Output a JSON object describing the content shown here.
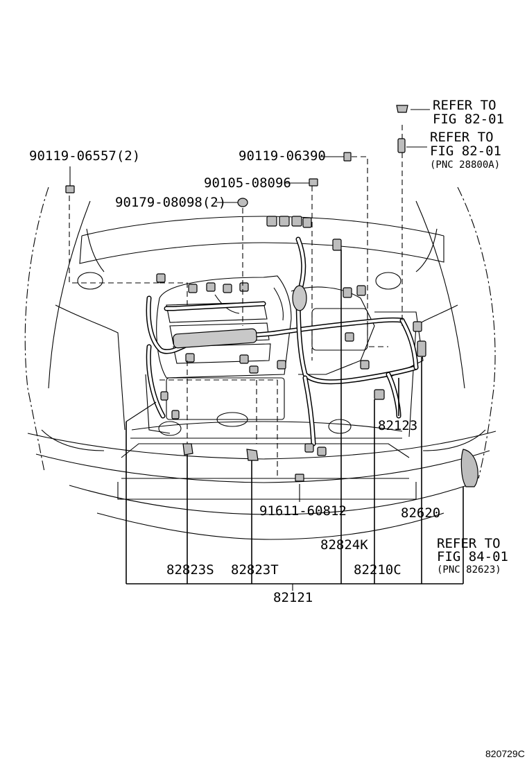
{
  "callouts": {
    "refer_82_01_a": {
      "line1": "REFER TO",
      "line2": "FIG 82-01"
    },
    "refer_82_01_b": {
      "line1": "REFER TO",
      "line2": "FIG 82-01",
      "pnc": "(PNC 28800A)"
    },
    "refer_84_01": {
      "line1": "REFER TO",
      "line2": "FIG 84-01",
      "pnc": "(PNC 82623)"
    }
  },
  "parts": {
    "p90119_06557": "90119-06557(2)",
    "p90119_06390": "90119-06390",
    "p90105_08096": "90105-08096",
    "p90179_08098": "90179-08098(2)",
    "p91611_60812": "91611-60812",
    "p82123": "82123",
    "p82620": "82620",
    "p82824K": "82824K",
    "p82823S": "82823S",
    "p82823T": "82823T",
    "p82210C": "82210C",
    "p82121": "82121"
  },
  "figure_id": "820729C"
}
